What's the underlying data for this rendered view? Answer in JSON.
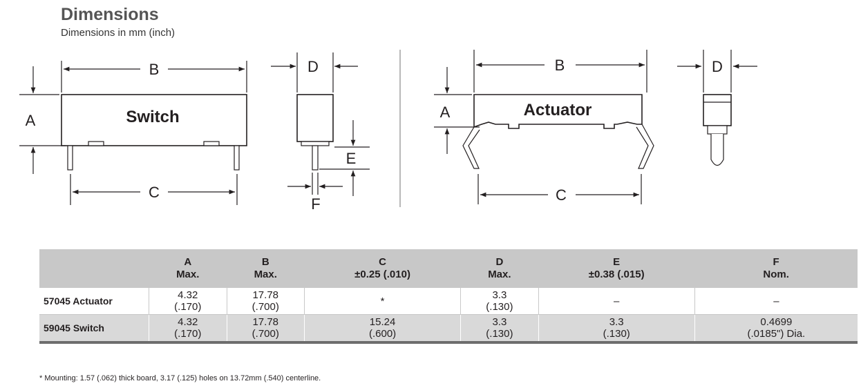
{
  "header": {
    "title": "Dimensions",
    "subtitle": "Dimensions in mm (inch)"
  },
  "drawing": {
    "switch_name": "Switch",
    "actuator_name": "Actuator",
    "dim_labels": {
      "A": "A",
      "B": "B",
      "C": "C",
      "D": "D",
      "E": "E",
      "F": "F"
    }
  },
  "table": {
    "columns": [
      {
        "letter": "",
        "note": ""
      },
      {
        "letter": "A",
        "note": "Max."
      },
      {
        "letter": "B",
        "note": "Max."
      },
      {
        "letter": "C",
        "note": "±0.25 (.010)"
      },
      {
        "letter": "D",
        "note": "Max."
      },
      {
        "letter": "E",
        "note": "±0.38 (.015)"
      },
      {
        "letter": "F",
        "note": "Nom."
      }
    ],
    "rows": [
      {
        "name": "57045 Actuator",
        "cells": [
          {
            "l1": "4.32",
            "l2": "(.170)"
          },
          {
            "l1": "17.78",
            "l2": "(.700)"
          },
          {
            "l1": "*",
            "l2": ""
          },
          {
            "l1": "3.3",
            "l2": "(.130)"
          },
          {
            "l1": "–",
            "l2": ""
          },
          {
            "l1": "–",
            "l2": ""
          }
        ]
      },
      {
        "name": "59045 Switch",
        "cells": [
          {
            "l1": "4.32",
            "l2": "(.170)"
          },
          {
            "l1": "17.78",
            "l2": "(.700)"
          },
          {
            "l1": "15.24",
            "l2": "(.600)"
          },
          {
            "l1": "3.3",
            "l2": "(.130)"
          },
          {
            "l1": "3.3",
            "l2": "(.130)"
          },
          {
            "l1": "0.4699",
            "l2": "(.0185\") Dia."
          }
        ]
      }
    ]
  },
  "footnote": "* Mounting: 1.57 (.062) thick board, 3.17 (.125) holes on 13.72mm (.540) centerline."
}
